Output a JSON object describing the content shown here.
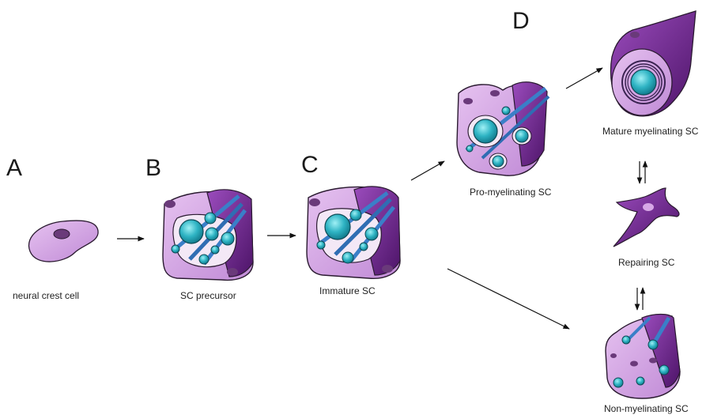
{
  "panels": {
    "a": "A",
    "b": "B",
    "c": "C",
    "d": "D"
  },
  "labels": {
    "neural_crest": "neural crest cell",
    "sc_precursor": "SC precursor",
    "immature": "Immature SC",
    "pro_myelinating": "Pro-myelinating SC",
    "mature_myelinating": "Mature myelinating SC",
    "repairing": "Repairing SC",
    "non_myelinating": "Non-myelinating SC"
  },
  "colors": {
    "cell_light": "#d7a8e6",
    "cell_mid": "#b77fd0",
    "cell_dark": "#6f2c8f",
    "nucleus": "#6a3a7a",
    "axon": "#2aa6b9",
    "axon_highlight": "#7fe3ee",
    "fibre": "#3a7fc8",
    "arrow": "#111111"
  }
}
